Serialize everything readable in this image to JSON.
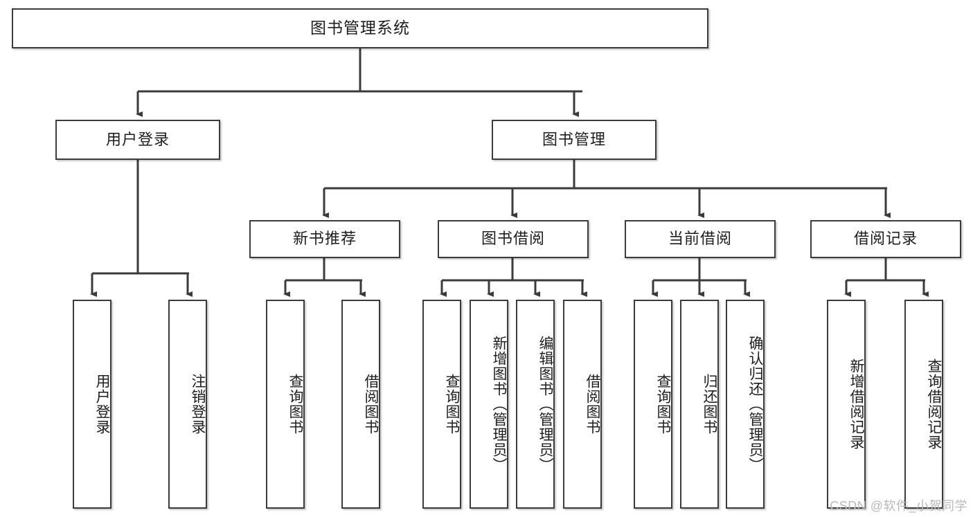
{
  "diagram": {
    "title": "图书管理系统",
    "watermark": "CSDN @软件_小贺同学",
    "colors": {
      "border": "#3b3b3b",
      "background": "#ffffff",
      "text": "#1d1d1d",
      "connector": "#3b3b3b",
      "watermark": "#b9b9b9"
    },
    "levels": {
      "root": {
        "label": "图书管理系统"
      },
      "level2": [
        {
          "label": "用户登录"
        },
        {
          "label": "图书管理"
        }
      ],
      "level3": [
        {
          "label": "新书推荐"
        },
        {
          "label": "图书借阅"
        },
        {
          "label": "当前借阅"
        },
        {
          "label": "借阅记录"
        }
      ],
      "leaves": [
        {
          "label": "用户登录",
          "parent": "用户登录"
        },
        {
          "label": "注销登录",
          "parent": "用户登录"
        },
        {
          "label": "查询图书",
          "parent": "新书推荐"
        },
        {
          "label": "借阅图书",
          "parent": "新书推荐"
        },
        {
          "label": "查询图书",
          "parent": "图书借阅"
        },
        {
          "label": "新增图书（管理员）",
          "parent": "图书借阅"
        },
        {
          "label": "编辑图书（管理员）",
          "parent": "图书借阅"
        },
        {
          "label": "借阅图书",
          "parent": "图书借阅"
        },
        {
          "label": "查询图书",
          "parent": "当前借阅"
        },
        {
          "label": "归还图书",
          "parent": "当前借阅"
        },
        {
          "label": "确认归还（管理员）",
          "parent": "当前借阅"
        },
        {
          "label": "新增借阅记录",
          "parent": "借阅记录"
        },
        {
          "label": "查询借阅记录",
          "parent": "借阅记录"
        }
      ]
    }
  }
}
